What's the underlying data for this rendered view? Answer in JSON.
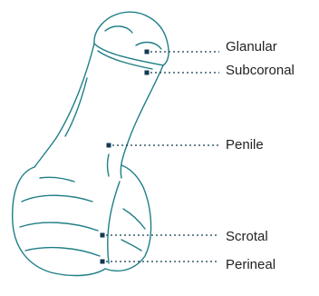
{
  "colors": {
    "outline": "#1f7e86",
    "marker": "#123a52",
    "leader": "#123a52",
    "label": "#222222"
  },
  "labels": {
    "glanular": "Glanular",
    "subcoronal": "Subcoronal",
    "penile": "Penile",
    "scrotal": "Scrotal",
    "perineal": "Perineal"
  }
}
